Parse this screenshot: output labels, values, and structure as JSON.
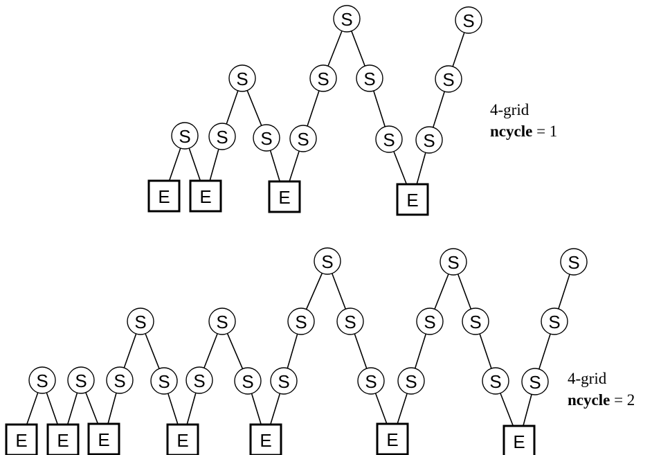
{
  "node_labels": {
    "state": "S",
    "end": "E"
  },
  "panels": [
    {
      "id": "ncycle-1",
      "caption": {
        "grid": "4-grid",
        "param_name": "ncycle",
        "equals": " = ",
        "param_value": "1"
      },
      "e_nodes": [
        "E1",
        "E2",
        "E3",
        "E4"
      ],
      "s_nodes": [
        "a",
        "b",
        "c",
        "d",
        "e",
        "f",
        "g",
        "h",
        "i",
        "j",
        "k",
        "l"
      ],
      "edges": [
        [
          "a",
          "E1"
        ],
        [
          "a",
          "E2"
        ],
        [
          "b",
          "E2"
        ],
        [
          "g",
          "b"
        ],
        [
          "g",
          "c"
        ],
        [
          "c",
          "E3"
        ],
        [
          "d",
          "E3"
        ],
        [
          "h",
          "d"
        ],
        [
          "k",
          "h"
        ],
        [
          "k",
          "i"
        ],
        [
          "i",
          "e"
        ],
        [
          "e",
          "E4"
        ],
        [
          "f",
          "E4"
        ],
        [
          "j",
          "f"
        ],
        [
          "l",
          "j"
        ]
      ]
    },
    {
      "id": "ncycle-2",
      "caption": {
        "grid": "4-grid",
        "param_name": "ncycle",
        "equals": " = ",
        "param_value": "2"
      },
      "e_nodes": [
        "E1",
        "E2",
        "E3",
        "E4",
        "E5",
        "E6",
        "E7"
      ],
      "s_nodes": [
        "a1",
        "a2",
        "a3",
        "a4",
        "a5",
        "a6",
        "a7",
        "a8",
        "a9",
        "a10",
        "a11",
        "b1",
        "b2",
        "b3",
        "b4",
        "b5",
        "b6",
        "b7",
        "c1",
        "c2",
        "c3"
      ],
      "edges": [
        [
          "a1",
          "E1"
        ],
        [
          "a1",
          "E2"
        ],
        [
          "a2",
          "E2"
        ],
        [
          "a2",
          "E3"
        ],
        [
          "a3",
          "E3"
        ],
        [
          "b1",
          "a3"
        ],
        [
          "b1",
          "a4"
        ],
        [
          "a4",
          "E4"
        ],
        [
          "a5",
          "E4"
        ],
        [
          "b2",
          "a5"
        ],
        [
          "b2",
          "a6"
        ],
        [
          "a6",
          "E5"
        ],
        [
          "a7",
          "E5"
        ],
        [
          "b3",
          "a7"
        ],
        [
          "c1",
          "b3"
        ],
        [
          "c1",
          "b4"
        ],
        [
          "b4",
          "a8"
        ],
        [
          "a8",
          "E6"
        ],
        [
          "a9",
          "E6"
        ],
        [
          "b5",
          "a9"
        ],
        [
          "c2",
          "b5"
        ],
        [
          "c2",
          "b6"
        ],
        [
          "b6",
          "a10"
        ],
        [
          "a10",
          "E7"
        ],
        [
          "a11",
          "E7"
        ],
        [
          "b7",
          "a11"
        ],
        [
          "c3",
          "b7"
        ]
      ]
    }
  ]
}
